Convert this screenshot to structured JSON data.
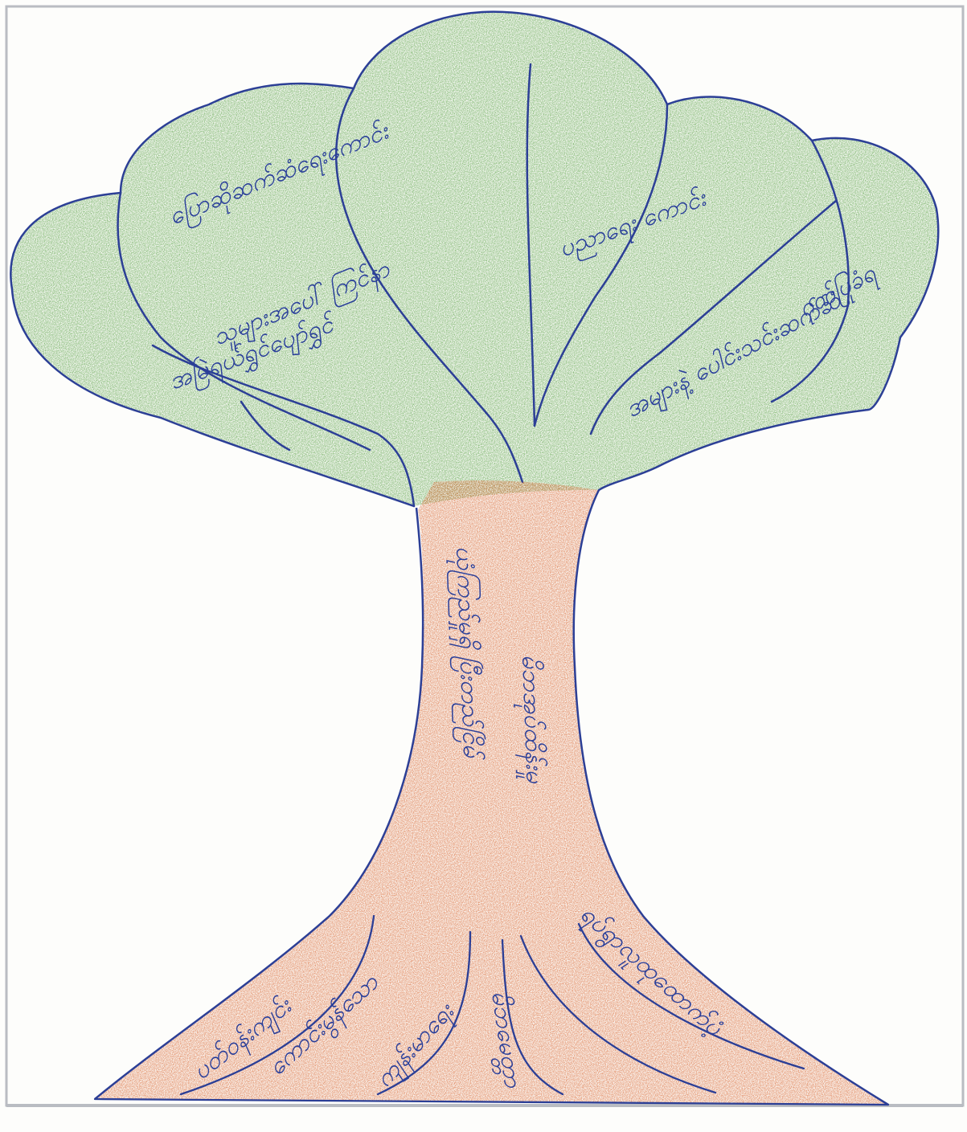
{
  "colors": {
    "outline": "#2c3f96",
    "foliage": "#4f9a3a",
    "foliage_dark": "#2f7a28",
    "trunk": "#d7642f",
    "ink": "#2a3f9a",
    "paper": "#fdfdfb",
    "frame": "#b9bcc2"
  },
  "drawing": {
    "subject": "hand-drawn tree (foliage, trunk, roots) with handwritten labels",
    "labels": {
      "canopy": [
        "ပြောဆိုဆက်ဆံရေးကောင်း",
        "အမြဲရယ်ရွှင်ပျော်ရွှင်",
        "သူများအပေါ် ကြင်နာ",
        "ပညာရေး ကောင်း",
        "အများနဲ့ ပေါင်းသင်းဆက်ဆံ",
        "ဂုဏ်ပြုခံရ"
      ],
      "trunk": [
        "ယုံကြည်မှုရှိ ပြီးတည်ငြိမ်",
        "မိဘအုပ်ထိန်းမှု"
      ],
      "roots": [
        "ပတ်ဝန်းကျင်း",
        "ကောင်းမွန်သော",
        "ကျန်းမာရေး",
        "မိဘမေတ္တာ",
        "ရပ်ရွာလူထုထောက်ပံ့"
      ]
    }
  }
}
